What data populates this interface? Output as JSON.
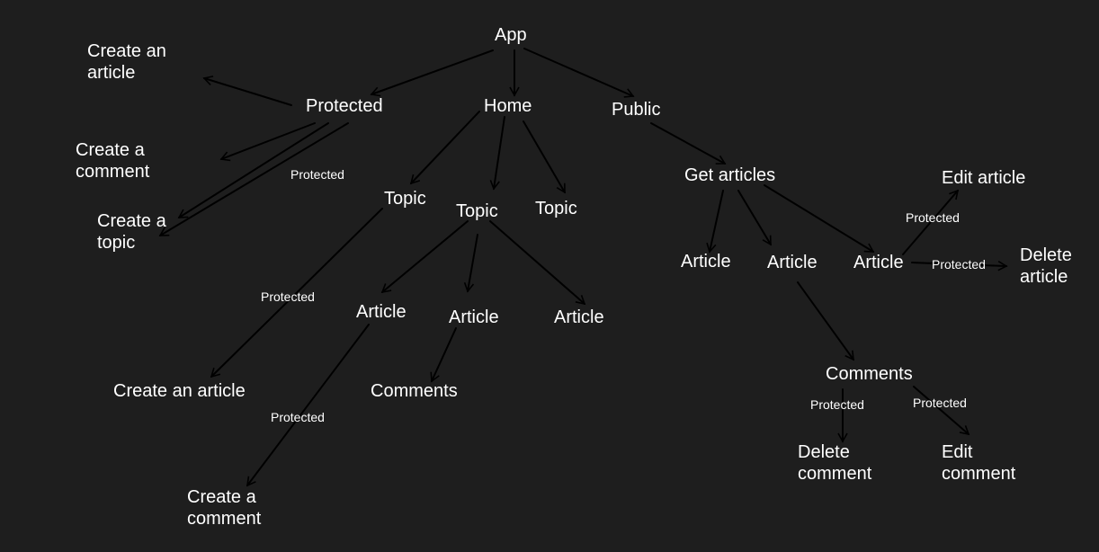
{
  "colors": {
    "background": "#1e1e1e",
    "text": "#ffffff",
    "arrow": "#000000"
  },
  "nodes": {
    "app": "App",
    "protected": "Protected",
    "home": "Home",
    "public": "Public",
    "create_article_top": [
      "Create an",
      "article"
    ],
    "create_comment_top": [
      "Create a",
      "comment"
    ],
    "create_topic": [
      "Create a",
      "topic"
    ],
    "topic_1": "Topic",
    "topic_2": "Topic",
    "topic_3": "Topic",
    "get_articles": "Get articles",
    "edit_article": "Edit article",
    "delete_article": [
      "Delete",
      "article"
    ],
    "article_pub_1": "Article",
    "article_pub_2": "Article",
    "article_pub_3": "Article",
    "create_article_bottom": "Create an article",
    "article_home_1": "Article",
    "article_home_2": "Article",
    "article_home_3": "Article",
    "comments_home": "Comments",
    "create_comment_bottom": [
      "Create a",
      "comment"
    ],
    "comments_pub": "Comments",
    "delete_comment": [
      "Delete",
      "comment"
    ],
    "edit_comment": [
      "Edit",
      "comment"
    ]
  },
  "edge_labels": {
    "protected_create_topic": "Protected",
    "topic_create_article": "Protected",
    "article_create_comment": "Protected",
    "article_edit": "Protected",
    "article_delete": "Protected",
    "comments_delete": "Protected",
    "comments_edit": "Protected"
  }
}
